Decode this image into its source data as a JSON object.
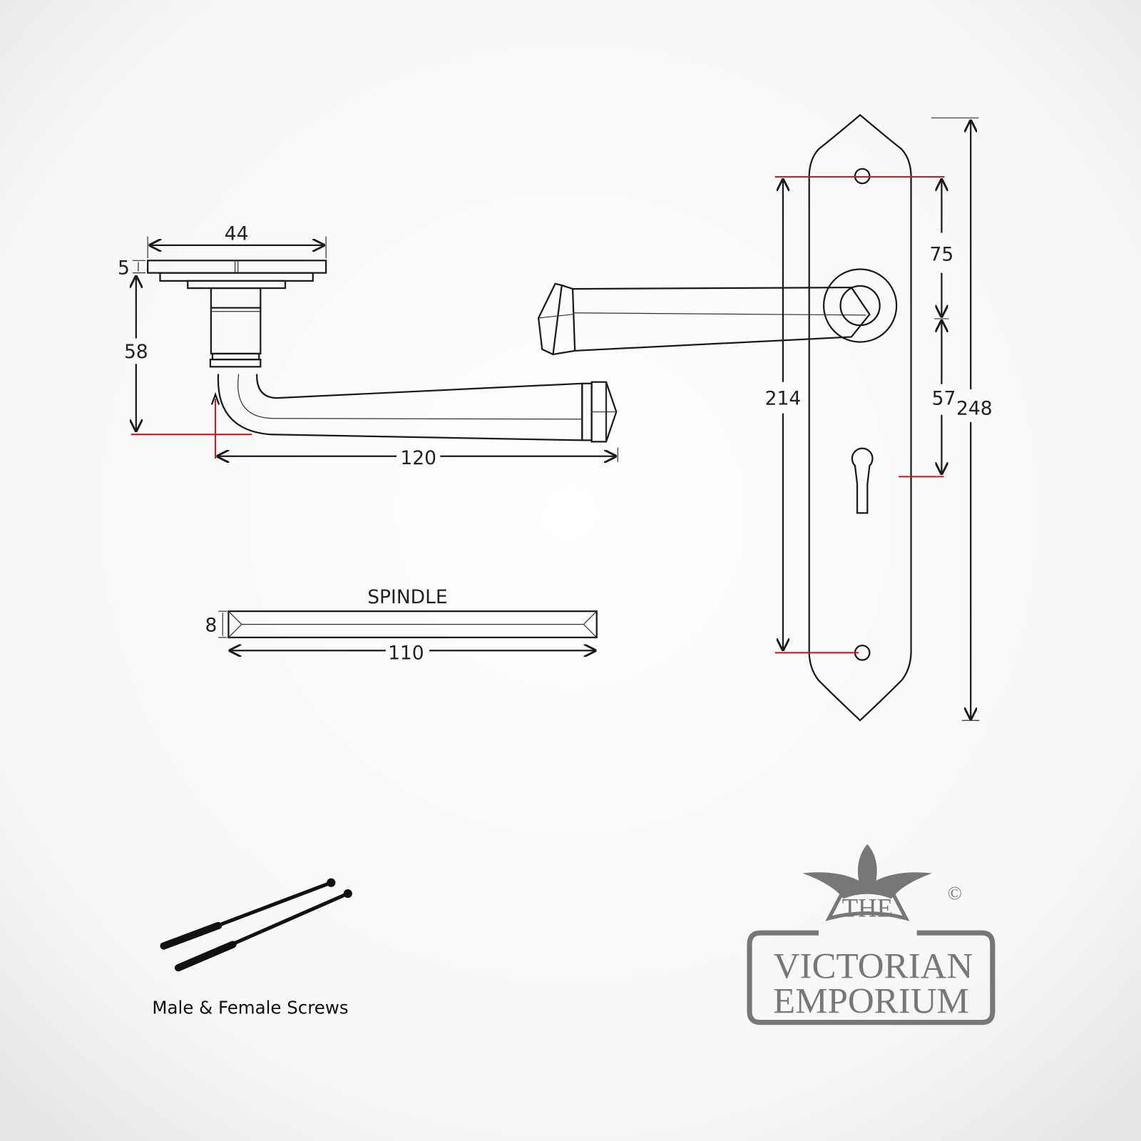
{
  "title": "Lever lock handle dimension diagram",
  "dimensions": {
    "rose_diameter": "44",
    "rose_thickness": "5",
    "projection": "58",
    "lever_length": "120",
    "spindle_label": "SPINDLE",
    "spindle_size": "8",
    "spindle_length": "110",
    "fixing_centres": "214",
    "lever_to_top_fixing": "75",
    "lever_to_keyhole": "57",
    "plate_height": "248"
  },
  "screws_caption": "Male & Female Screws",
  "logo": {
    "the": "THE",
    "line1": "VICTORIAN",
    "line2": "EMPORIUM",
    "copyright": "©"
  },
  "colors": {
    "line": "#1a1a1a",
    "dimension_red": "#d0161e",
    "logo_grey": "#777777"
  }
}
